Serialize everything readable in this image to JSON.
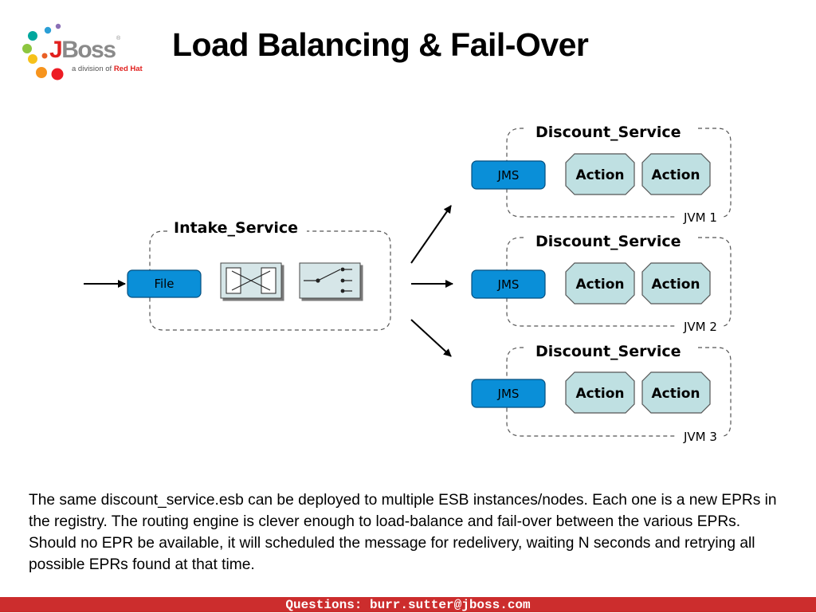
{
  "header": {
    "title": "Load Balancing & Fail-Over",
    "logo": {
      "brand_text": "JBoss",
      "registered_mark": "®",
      "tagline_prefix": "a division of ",
      "tagline_brand": "Red Hat",
      "colors": {
        "brand_red": "#e1201e",
        "brand_gray": "#8a8a8a",
        "dot_colors": [
          "#8a6fb6",
          "#2b9fd6",
          "#00a79d",
          "#8dc63f",
          "#f7941d",
          "#ed1c24",
          "#e95f25",
          "#f6c11a"
        ]
      }
    }
  },
  "diagram": {
    "intake": {
      "title": "Intake_Service",
      "file_label": "File",
      "icons": [
        "cross-transform-icon",
        "router-switch-icon"
      ]
    },
    "discount_services": [
      {
        "title": "Discount_Service",
        "jms_label": "JMS",
        "actions": [
          "Action",
          "Action"
        ],
        "jvm_label": "JVM 1"
      },
      {
        "title": "Discount_Service",
        "jms_label": "JMS",
        "actions": [
          "Action",
          "Action"
        ],
        "jvm_label": "JVM 2"
      },
      {
        "title": "Discount_Service",
        "jms_label": "JMS",
        "actions": [
          "Action",
          "Action"
        ],
        "jvm_label": "JVM 3"
      }
    ],
    "colors": {
      "endpoint_fill": "#0a8fd8",
      "action_fill": "#bfe0e2",
      "icon_fill": "#d6e6e8"
    }
  },
  "description": "The same discount_service.esb can be deployed to multiple ESB instances/nodes.  Each one is a new EPRs in the registry. The routing engine is clever enough to load-balance and fail-over between the various EPRs.  Should no EPR be available, it will scheduled the message for redelivery, waiting N seconds and retrying all possible EPRs found at that time.",
  "footer": {
    "text": "Questions: burr.sutter@jboss.com",
    "bar_color": "#cc2d2d"
  }
}
